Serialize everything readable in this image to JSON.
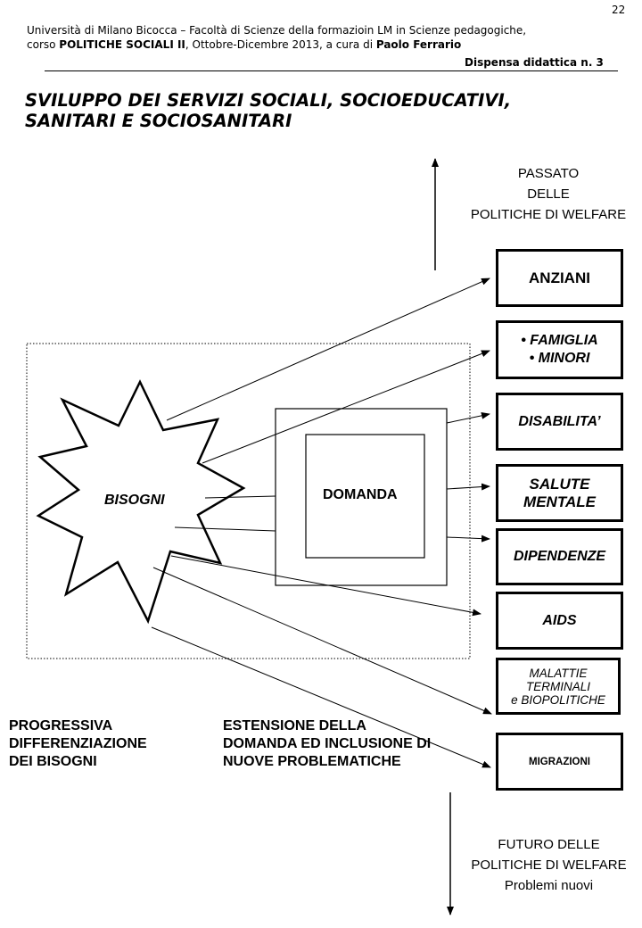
{
  "page": {
    "number": "22"
  },
  "header": {
    "line1": "Università di Milano Bicocca – Facoltà di Scienze della formazioin LM in Scienze pedagogiche,",
    "line2_prefix": "corso ",
    "line2_course": "POLITICHE SOCIALI II",
    "line2_middle": ", Ottobre-Dicembre 2013,  a cura di ",
    "line2_author": "Paolo Ferrario",
    "dispensa": "Dispensa didattica n. 3"
  },
  "title": {
    "line1": "SVILUPPO DEI SERVIZI SOCIALI, SOCIOEDUCATIVI,",
    "line2": "SANITARI E SOCIOSANITARI"
  },
  "passato": {
    "line1": "PASSATO",
    "line2": "DELLE",
    "line3": "POLITICHE DI WELFARE"
  },
  "futuro": {
    "line1": "FUTURO DELLE",
    "line2": "POLITICHE DI WELFARE",
    "line3": "Problemi nuovi"
  },
  "diagram": {
    "bisogni": "BISOGNI",
    "domanda": "DOMANDA"
  },
  "categories": {
    "anziani": "ANZIANI",
    "famiglia": "• FAMIGLIA",
    "minori": "• MINORI",
    "disabilita": "DISABILITA’",
    "salute1": "SALUTE",
    "salute2": "MENTALE",
    "dipendenze": "DIPENDENZE",
    "aids": "AIDS",
    "malattie1": "MALATTIE",
    "malattie2": "TERMINALI",
    "malattie3": "e BIOPOLITICHE",
    "migrazioni": "MIGRAZIONI"
  },
  "bottom": {
    "left1": "PROGRESSIVA",
    "left2": "DIFFERENZIAZIONE",
    "left3": "DEI BISOGNI",
    "right1": "ESTENSIONE DELLA",
    "right2": "DOMANDA ED INCLUSIONE DI",
    "right3": "NUOVE PROBLEMATICHE"
  }
}
